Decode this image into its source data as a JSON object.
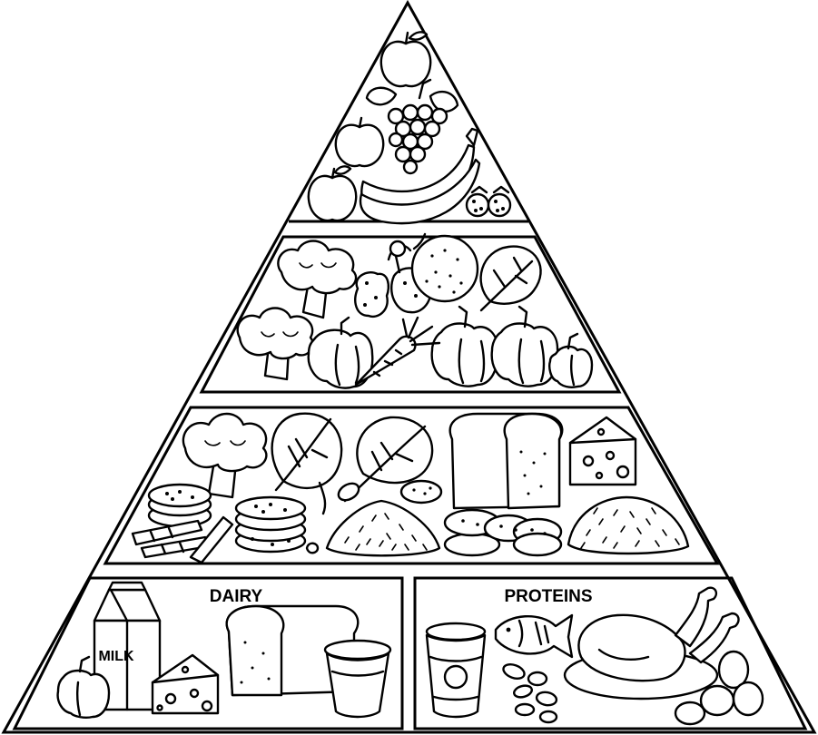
{
  "sections": {
    "dairy": {
      "label": "DAIRY"
    },
    "proteins": {
      "label": "PROTEINS"
    }
  },
  "milk_carton": {
    "label": "MILK"
  },
  "colors": {
    "line": "#000000",
    "background": "#ffffff"
  },
  "icons": {
    "fruits": [
      "apple-icon",
      "grapes-icon",
      "banana-icon",
      "raspberry-icon"
    ],
    "vegetables": [
      "broccoli-icon",
      "potato-icon",
      "cabbage-icon",
      "spinach-icon",
      "bell-pepper-icon",
      "carrot-icon"
    ],
    "grains": [
      "broccoli-icon",
      "spinach-icon",
      "bread-loaf-icon",
      "cheese-icon",
      "cookie-icon",
      "grain-pile-icon",
      "rice-icon",
      "breadstick-icon"
    ],
    "dairy": [
      "milk-carton-icon",
      "bell-pepper-icon",
      "cheese-icon",
      "bread-loaf-icon",
      "cup-icon"
    ],
    "proteins": [
      "cup-icon",
      "fish-icon",
      "roast-chicken-icon",
      "beans-icon",
      "eggs-icon"
    ]
  }
}
